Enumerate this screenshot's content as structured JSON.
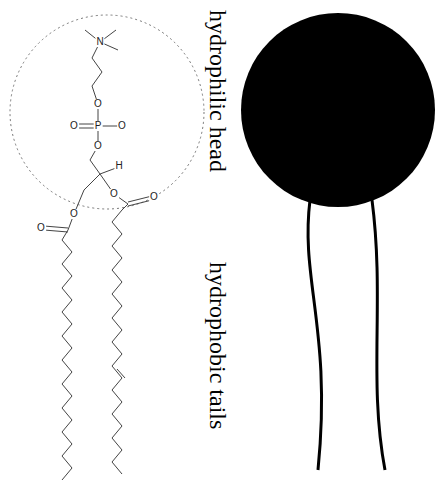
{
  "diagram": {
    "labels": [
      "hydrophilic head",
      "hydrophobic tails",
      "N",
      "O",
      "P",
      "O",
      "O",
      "O",
      "H",
      "O",
      "O",
      "O",
      "O"
    ]
  }
}
